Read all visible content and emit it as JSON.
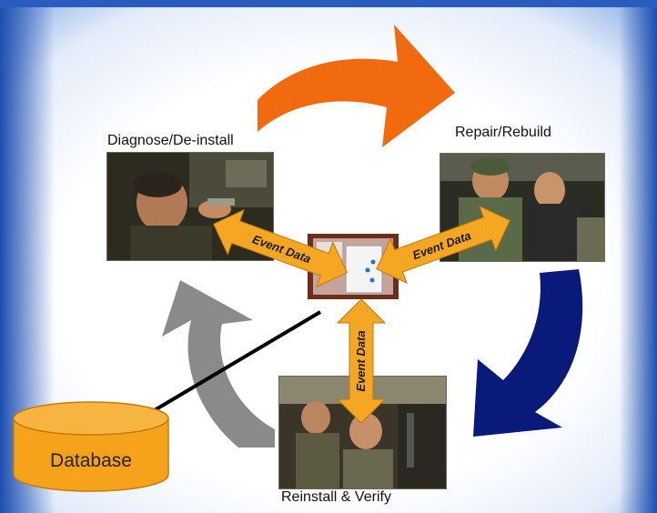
{
  "steps": {
    "diagnose": "Diagnose/De-install",
    "repair": "Repair/Rebuild",
    "reinstall": "Reinstall & Verify"
  },
  "event_data_label": "Event Data",
  "database_label": "Database",
  "colors": {
    "orange_arrow": "#f26a10",
    "navy_arrow": "#0a1a7a",
    "gray_arrow": "#8a8a8a",
    "event_arrow": "#f5a623",
    "database_fill": "#f7a21b",
    "background_left": "#1d4fb0",
    "background_center": "#ffffff"
  },
  "icons": {
    "device": "tag-reader-device",
    "photo_diagnose": "soldier-inspecting-equipment",
    "photo_repair": "soldiers-repairing-equipment",
    "photo_reinstall": "soldiers-reinstalling-equipment"
  }
}
